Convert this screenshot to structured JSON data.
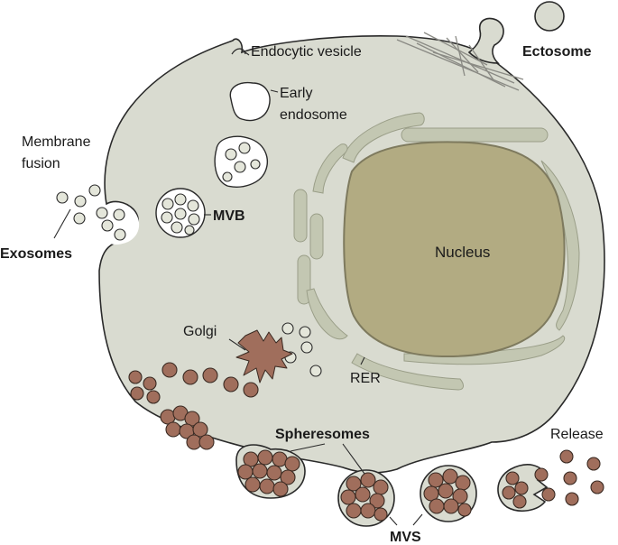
{
  "labels": {
    "endocytic_vesicle": "Endocytic vesicle",
    "ectosome": "Ectosome",
    "early_endosome_line1": "Early",
    "early_endosome_line2": "endosome",
    "membrane_fusion_line1": "Membrane",
    "membrane_fusion_line2": "fusion",
    "mvb": "MVB",
    "exosomes": "Exosomes",
    "nucleus": "Nucleus",
    "golgi": "Golgi",
    "rer": "RER",
    "spheresomes": "Spheresomes",
    "release": "Release",
    "mvs": "MVS"
  },
  "colors": {
    "cytoplasm": "#d9dbd0",
    "nucleus": "#b2ab82",
    "er": "#c3c7b2",
    "brown_vesicle": "#a06e5c",
    "exosome": "#e4e6da"
  }
}
